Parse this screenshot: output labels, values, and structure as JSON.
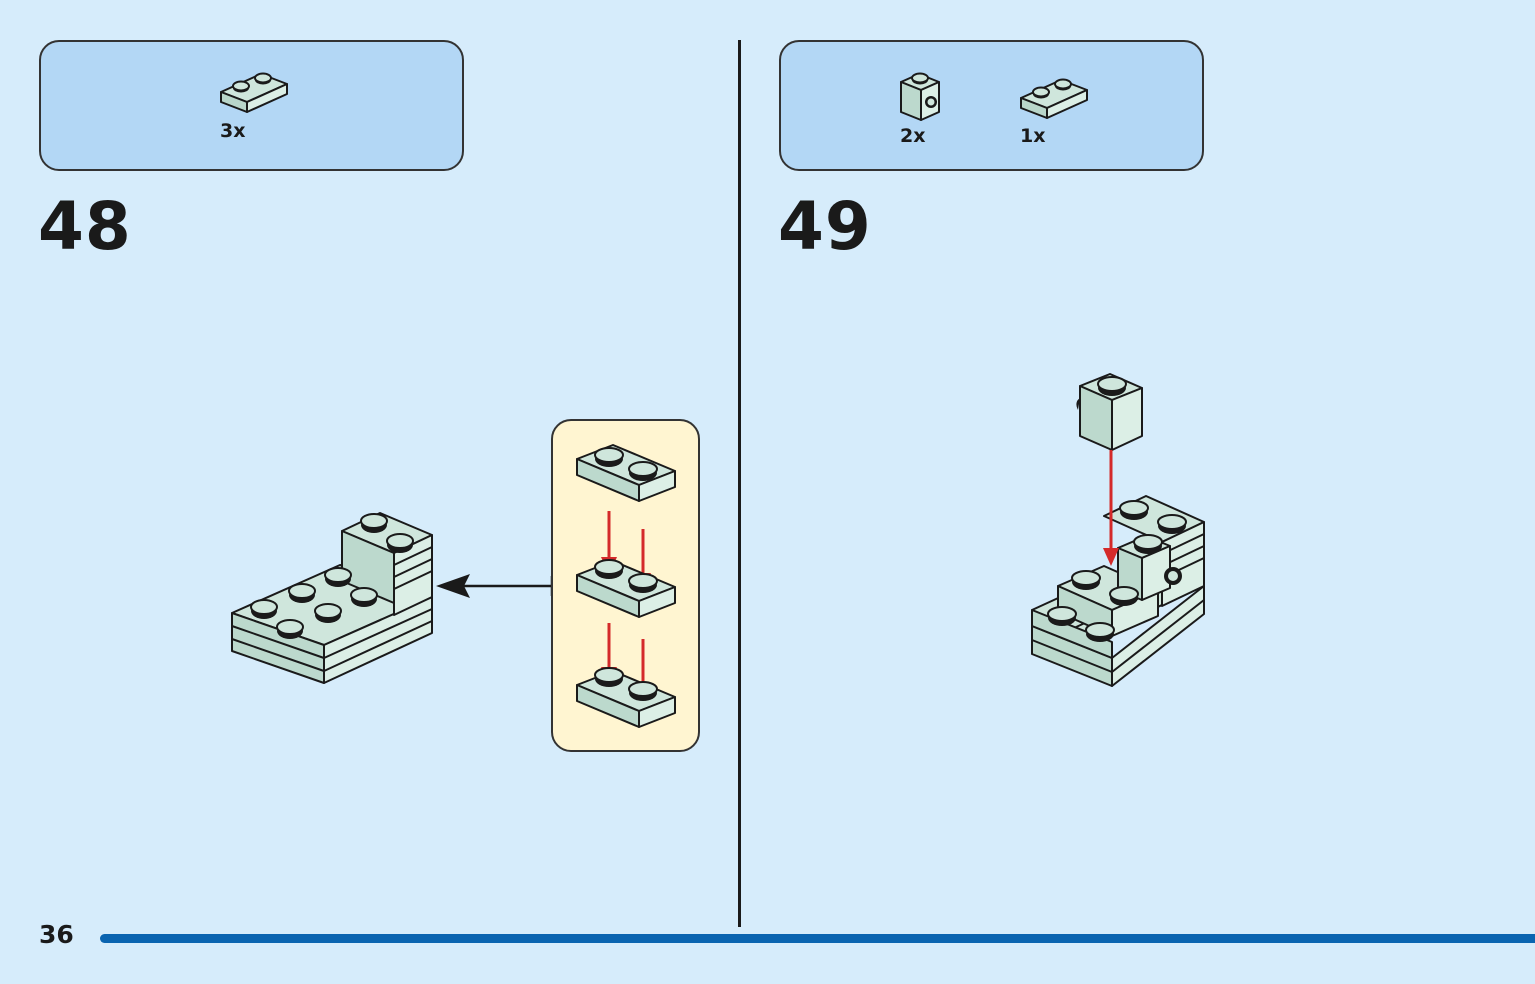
{
  "colors": {
    "background": "#d6ecfb",
    "parts_box": "#b3d7f5",
    "callout": "#fff5d1",
    "brick": "#cfe6dc",
    "arrow_red": "#d42a2a",
    "page_rule": "#0a64b0"
  },
  "page": {
    "number": "36"
  },
  "steps": [
    {
      "number": "48",
      "parts": [
        {
          "icon": "plate-1x2-icon",
          "count": "3x"
        }
      ]
    },
    {
      "number": "49",
      "parts": [
        {
          "icon": "brick-1x1-with-stud-side-icon",
          "count": "2x"
        },
        {
          "icon": "plate-1x2-icon",
          "count": "1x"
        }
      ]
    }
  ]
}
